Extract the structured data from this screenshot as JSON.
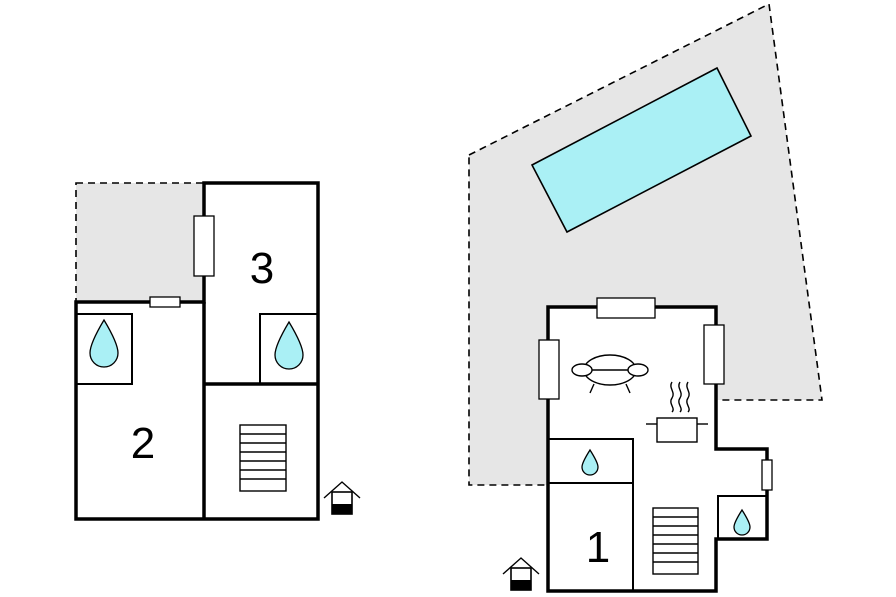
{
  "rooms": {
    "room_1": "1",
    "room_2": "2",
    "room_3": "3"
  },
  "colors": {
    "water": "#aaf0f5",
    "terrace": "#e6e6e6",
    "wall": "#000000"
  },
  "icons": [
    "water-drop-icon",
    "stairs-icon",
    "entrance-icon",
    "sofa-icon",
    "cooking-pot-icon",
    "window-icon",
    "pool"
  ]
}
